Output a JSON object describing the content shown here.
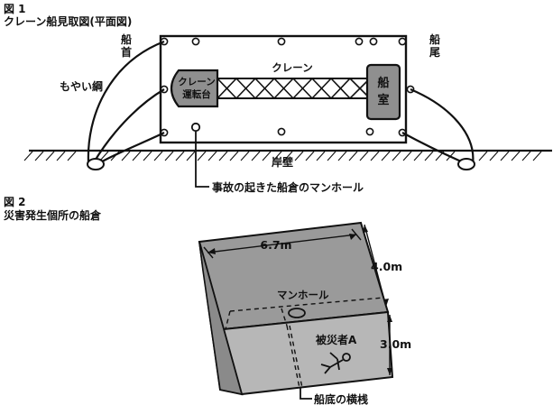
{
  "figure1": {
    "label": "図 1",
    "title": "クレーン船見取図(平面図)",
    "bow_line1": "船",
    "bow_line2": "首",
    "stern_line1": "船",
    "stern_line2": "尾",
    "mooring_rope": "もやい綱",
    "crane": "クレーン",
    "crane_cab_line1": "クレーン",
    "crane_cab_line2": "運転台",
    "cabin_line1": "船",
    "cabin_line2": "室",
    "quay": "岸壁",
    "manhole_note": "事故の起きた船倉のマンホール"
  },
  "figure2": {
    "label": "図 2",
    "title": "災害発生個所の船倉",
    "width_dim": "6.7m",
    "upper_height_dim": "4.0m",
    "lower_height_dim": "3.0m",
    "manhole": "マンホール",
    "victim": "被災者A",
    "crossbeam": "船底の横桟"
  },
  "colors": {
    "ink": "#111111",
    "cab_fill": "#8f8f8f",
    "hold_top": "#9a9a9a",
    "hold_front": "#b7b7b7",
    "hold_side": "#7d7d7d"
  }
}
